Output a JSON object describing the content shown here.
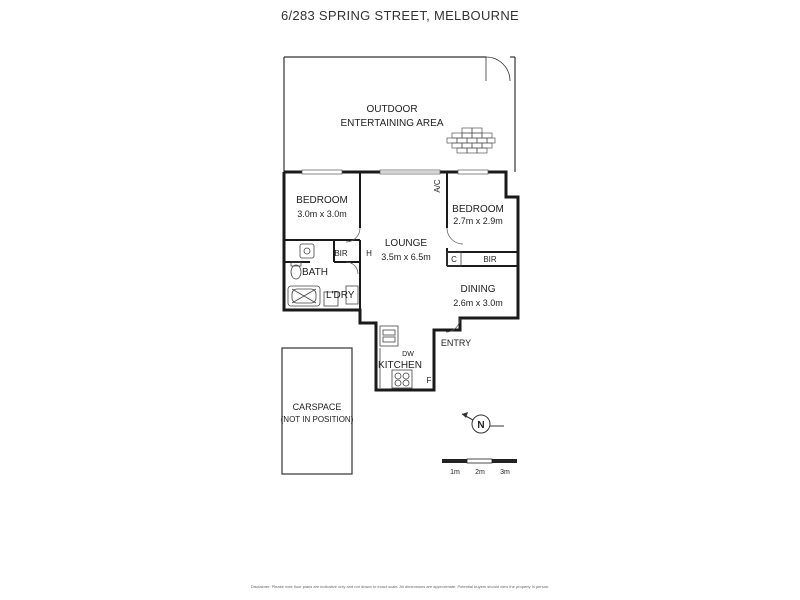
{
  "title": "6/283 SPRING STREET, MELBOURNE",
  "rooms": {
    "outdoor_line1": "OUTDOOR",
    "outdoor_line2": "ENTERTAINING AREA",
    "bedroom1_name": "BEDROOM",
    "bedroom1_size": "3.0m x 3.0m",
    "bedroom2_name": "BEDROOM",
    "bedroom2_size": "2.7m x 2.9m",
    "lounge_name": "LOUNGE",
    "lounge_size": "3.5m x 6.5m",
    "dining_name": "DINING",
    "dining_size": "2.6m x 3.0m",
    "kitchen_name": "KITCHEN",
    "bath_name": "BATH",
    "laundry_name": "L'DRY",
    "carspace_line1": "CARSPACE",
    "carspace_line2": "(NOT IN POSITION)"
  },
  "small_labels": {
    "bir_left": "BIR",
    "bir_right": "BIR",
    "c_label": "C",
    "h_label": "H",
    "ac_label": "A/C",
    "dw_label": "DW",
    "f_label": "F",
    "entry_label": "ENTRY"
  },
  "compass": {
    "letter": "N"
  },
  "scale": {
    "labels": [
      "1m",
      "2m",
      "3m"
    ]
  },
  "disclaimer": "Disclaimer: Please note floor plans are indicative only and not drawn to exact scale. All dimensions are approximate. Potential buyers should view the property in person."
}
